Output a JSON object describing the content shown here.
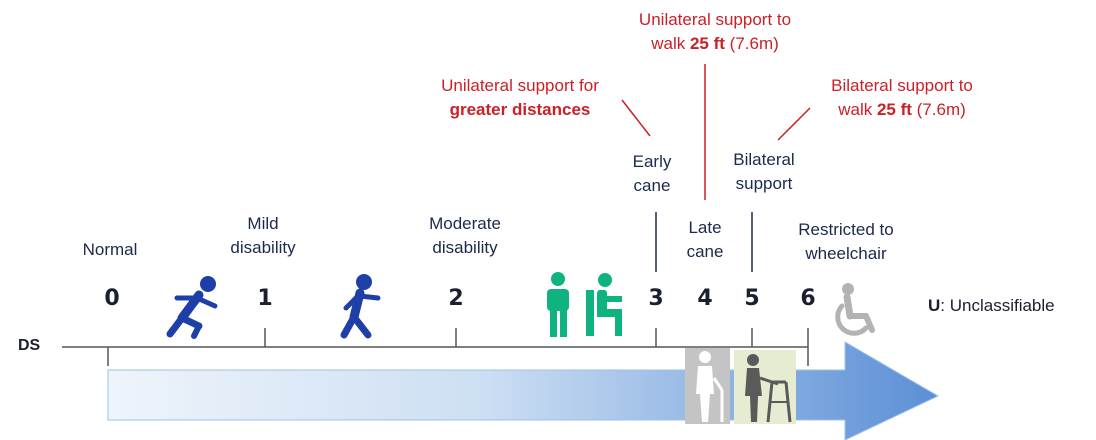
{
  "scale": {
    "axis_label": "DS",
    "ticks": [
      {
        "value": "0",
        "label_lines": [
          "Normal"
        ]
      },
      {
        "value": "1",
        "label_lines": [
          "Mild",
          "disability"
        ]
      },
      {
        "value": "2",
        "label_lines": [
          "Moderate",
          "disability"
        ]
      },
      {
        "value": "3",
        "label_lines": [
          "Early",
          "cane"
        ]
      },
      {
        "value": "4",
        "label_lines": [
          "Late",
          "cane"
        ]
      },
      {
        "value": "5",
        "label_lines": [
          "Bilateral",
          "support"
        ]
      },
      {
        "value": "6",
        "label_lines": [
          "Restricted to",
          "wheelchair"
        ]
      }
    ],
    "unclassifiable": {
      "code": "U",
      "text": ": Unclassifiable"
    }
  },
  "annotations": {
    "early_cane": {
      "line1": "Unilateral support for",
      "line2_bold": "greater distances"
    },
    "late_cane": {
      "line1": "Unilateral support to",
      "line2_pre": "walk ",
      "line2_bold": "25 ft",
      "line2_post": " (7.6m)"
    },
    "bilateral": {
      "line1": "Bilateral support to",
      "line2_pre": "walk ",
      "line2_bold": "25 ft",
      "line2_post": " (7.6m)"
    }
  },
  "colors": {
    "text": "#1b2a4a",
    "annotation": "#cc1f27",
    "runner": "#1f3fa8",
    "standing": "#0fb37f",
    "gray_figure": "#a6a6a6",
    "walker_bg": "#e6ecd1",
    "arrow_light": "#e8f0fa",
    "arrow_dark": "#5b8fd6"
  }
}
